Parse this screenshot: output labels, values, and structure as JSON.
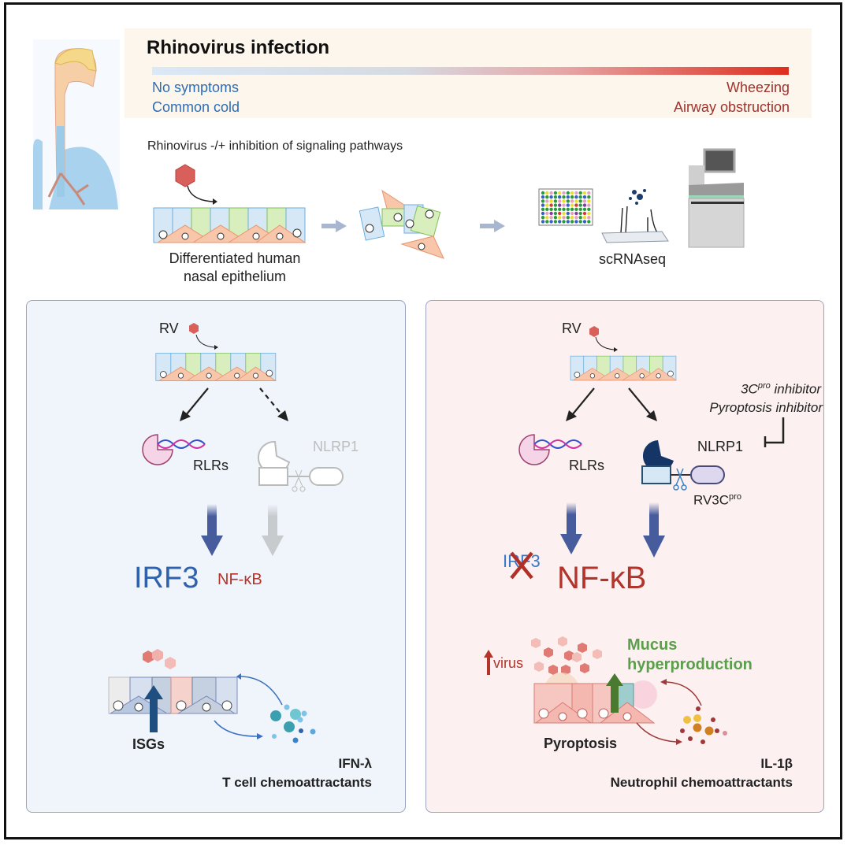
{
  "header": {
    "title": "Rhinovirus infection",
    "mild_line1": "No symptoms",
    "mild_line2": "Common cold",
    "severe_line1": "Wheezing",
    "severe_line2": "Airway obstruction",
    "severity_gradient_colors": [
      "#dbe8f6",
      "#d6dae2",
      "#e6a5a5",
      "#dd2e1e"
    ]
  },
  "workflow": {
    "caption": "Rhinovirus -/+ inhibition of signaling pathways",
    "epithelium_label_line1": "Differentiated human",
    "epithelium_label_line2": "nasal epithelium",
    "sequencing_label": "scRNAseq"
  },
  "left_panel": {
    "rv_label": "RV",
    "rlr_label": "RLRs",
    "nlrp1_label": "NLRP1",
    "irf3_label": "IRF3",
    "nfkb_label": "NF-κB",
    "isg_label": "ISGs",
    "output_line1": "IFN-λ",
    "output_line2": "T cell chemoattractants",
    "background_color": "#f0f4fb"
  },
  "right_panel": {
    "rv_label": "RV",
    "rlr_label": "RLRs",
    "nlrp1_label": "NLRP1",
    "protease_label": "RV3C",
    "protease_sup": "pro",
    "inhibitor_line1_main": "3C",
    "inhibitor_line1_sup": "pro",
    "inhibitor_line1_rest": " inhibitor",
    "inhibitor_line2": "Pyroptosis inhibitor",
    "irf3_label": "IRF3",
    "nfkb_label": "NF-κB",
    "virus_label": "virus",
    "mucus_line1": "Mucus",
    "mucus_line2": "hyperproduction",
    "pyroptosis_label": "Pyroptosis",
    "output_line1": "IL-1β",
    "output_line2": "Neutrophil chemoattractants",
    "background_color": "#fcf0f0"
  },
  "colors": {
    "irf3_blue": "#2e62ad",
    "nfkb_red": "#b3342b",
    "arrow_blue": "#465c9c",
    "mucus_green": "#5aa04a",
    "nlrp1_navy": "#143566"
  }
}
